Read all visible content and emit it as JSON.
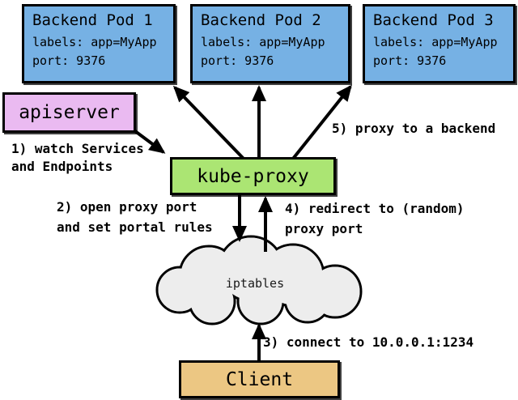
{
  "pods": [
    {
      "title": "Backend Pod 1",
      "labels_line": "labels: app=MyApp",
      "port_line": "port: 9376"
    },
    {
      "title": "Backend Pod 2",
      "labels_line": "labels: app=MyApp",
      "port_line": "port: 9376"
    },
    {
      "title": "Backend Pod 3",
      "labels_line": "labels: app=MyApp",
      "port_line": "port: 9376"
    }
  ],
  "apiserver": {
    "label": "apiserver"
  },
  "kube_proxy": {
    "label": "kube-proxy"
  },
  "cloud": {
    "label": "iptables"
  },
  "client": {
    "label": "Client"
  },
  "steps": {
    "step1": [
      "1) watch Services",
      "and Endpoints"
    ],
    "step2": [
      "2) open proxy port",
      "and set portal rules"
    ],
    "step3": [
      "3) connect to 10.0.0.1:1234"
    ],
    "step4": [
      "4) redirect to (random)",
      "proxy port"
    ],
    "step5": [
      "5) proxy to a backend"
    ]
  },
  "colors": {
    "pod_fill": "#76b1e4",
    "apiserver_fill": "#eabaf1",
    "kube_proxy_fill": "#abe573",
    "client_fill": "#ecc783",
    "cloud_fill": "#ededed",
    "line": "#000000"
  }
}
